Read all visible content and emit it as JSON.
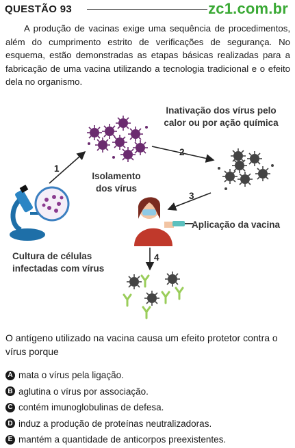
{
  "header": {
    "question_label": "QUESTÃO 93",
    "brand": "zc1.com.br"
  },
  "intro": "A produção de vacinas exige uma sequência de procedimentos, além do cumprimento estrito de verificações de segurança. No esquema, estão demonstradas as etapas básicas realizadas para a fabricação de uma vacina utilizando a tecnologia tradicional e o efeito dela no organismo.",
  "diagram": {
    "label_culture": "Cultura de células infectadas com vírus",
    "label_isolation": "Isolamento dos vírus",
    "label_inactivation": "Inativação dos vírus pelo calor ou por ação química",
    "label_application": "Aplicação da vacina",
    "step1": "1",
    "step2": "2",
    "step3": "3",
    "step4": "4"
  },
  "question": "O antígeno utilizado na vacina causa um efeito protetor contra o vírus porque",
  "options": [
    {
      "letter": "A",
      "text": "mata o vírus pela ligação."
    },
    {
      "letter": "B",
      "text": "aglutina o vírus por associação."
    },
    {
      "letter": "C",
      "text": "contém imunoglobulinas de defesa."
    },
    {
      "letter": "D",
      "text": "induz a produção de proteínas neutralizadoras."
    },
    {
      "letter": "E",
      "text": "mantém a quantidade de anticorpos preexistentes."
    }
  ],
  "colors": {
    "brand": "#3aa935",
    "virus": "#6b2b6f",
    "antibody": "#9acd5a",
    "shirt": "#c0392b"
  }
}
